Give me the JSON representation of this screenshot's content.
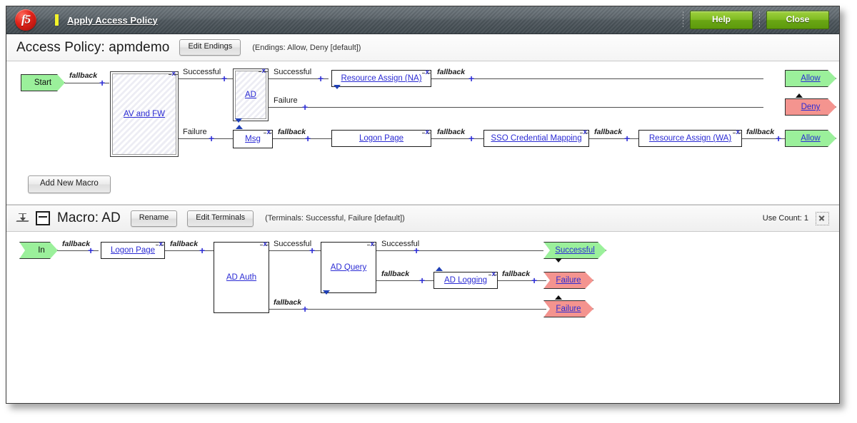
{
  "titlebar": {
    "logo_text": "f5",
    "link_label": "Apply Access Policy",
    "help_label": "Help",
    "close_label": "Close"
  },
  "policy_header": {
    "title": "Access Policy: apmdemo",
    "edit_endings_label": "Edit Endings",
    "endings_note": "(Endings: Allow, Deny [default])"
  },
  "toolbar": {
    "add_new_macro_label": "Add New Macro"
  },
  "macro_header": {
    "title": "Macro: AD",
    "rename_label": "Rename",
    "edit_terminals_label": "Edit Terminals",
    "terminals_note": "(Terminals: Successful, Failure [default])",
    "use_count_label": "Use Count: 1"
  },
  "policy_flow": {
    "start_label": "Start",
    "nodes": {
      "av_and_fw": "AV and FW",
      "ad": "AD",
      "msg": "Msg",
      "resource_assign_na": "Resource Assign (NA)",
      "logon_page": "Logon Page",
      "sso_credential_mapping": "SSO Credential Mapping",
      "resource_assign_wa": "Resource Assign (WA)"
    },
    "endings": {
      "allow_top": "Allow",
      "deny": "Deny",
      "allow_bottom": "Allow"
    },
    "branch_labels": {
      "start_fallback": "fallback",
      "avfw_successful": "Successful",
      "avfw_failure": "Failure",
      "ad_successful": "Successful",
      "ad_failure": "Failure",
      "msg_fallback": "fallback",
      "ra_na_fallback": "fallback",
      "logon_fallback": "fallback",
      "sso_fallback": "fallback",
      "ra_wa_fallback": "fallback"
    },
    "delete_marker": "x"
  },
  "macro_flow": {
    "in_label": "In",
    "nodes": {
      "logon_page": "Logon Page",
      "ad_auth": "AD Auth",
      "ad_query": "AD Query",
      "ad_logging": "AD Logging"
    },
    "terminals": {
      "successful": "Successful",
      "failure_mid": "Failure",
      "failure_bottom": "Failure"
    },
    "branch_labels": {
      "in_fallback": "fallback",
      "logon_fallback": "fallback",
      "adauth_successful": "Successful",
      "adauth_fallback": "fallback",
      "adquery_successful": "Successful",
      "adquery_fallback": "fallback",
      "adlogging_fallback": "fallback"
    },
    "delete_marker": "x"
  },
  "icons": {
    "plus": "+"
  },
  "colors": {
    "link": "#2b2bd4",
    "ending_allow": "#9bf09b",
    "ending_deny": "#f4948f",
    "button_green": "#7fbb22",
    "accent_yellow": "#f3f32a"
  }
}
